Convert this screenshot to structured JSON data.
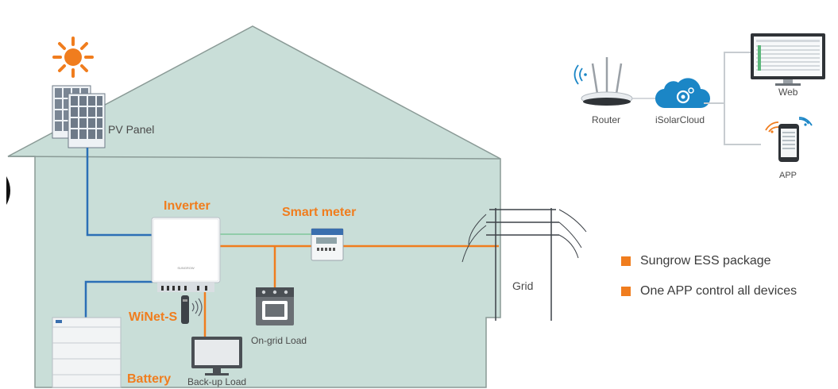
{
  "diagram": {
    "labels": {
      "pv_panel": "PV Panel",
      "inverter": "Inverter",
      "smart_meter": "Smart meter",
      "wifi_module": "WiNet-S",
      "battery": "Battery",
      "backup_load": "Back-up Load",
      "ongrid_load": "On-grid Load",
      "grid": "Grid",
      "router": "Router",
      "cloud": "iSolarCloud",
      "web": "Web",
      "app": "APP"
    },
    "bullets": [
      "Sungrow ESS package",
      "One APP control all devices"
    ],
    "colors": {
      "house_fill": "#c9ded8",
      "house_outline": "#8a9a96",
      "power_line": "#f07d1e",
      "dc_line": "#2b6fb6",
      "comm_line": "#7fc59a",
      "cloud": "#1b86c6",
      "bullet": "#f07d1e"
    }
  }
}
